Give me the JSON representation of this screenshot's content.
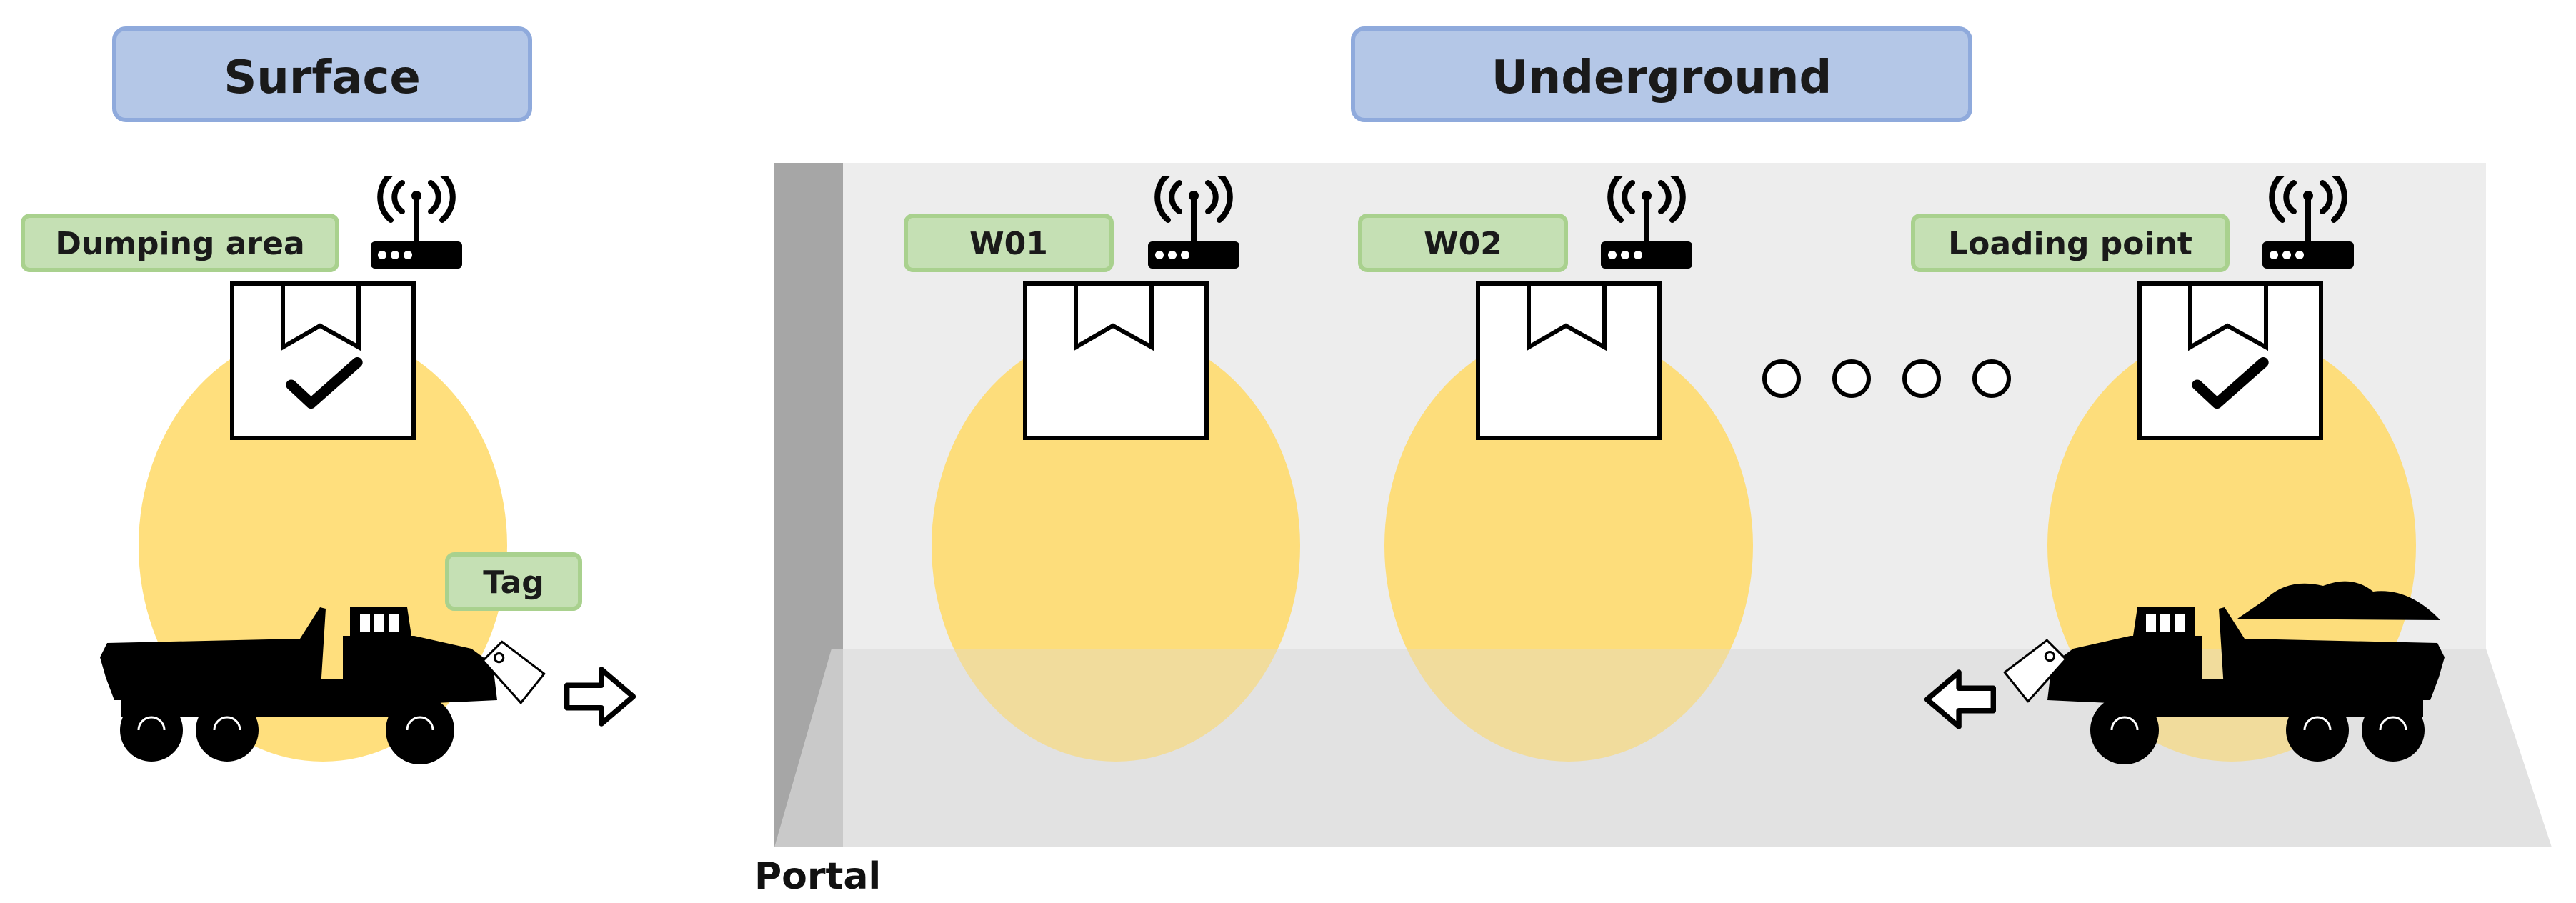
{
  "headers": {
    "surface": "Surface",
    "underground": "Underground"
  },
  "labels": {
    "dumping_area": "Dumping area",
    "w01": "W01",
    "w02": "W02",
    "loading_point": "Loading point",
    "tag": "Tag",
    "portal": "Portal"
  },
  "colors": {
    "header_fill": "#b4c7e7",
    "header_stroke": "#8faadc",
    "label_fill": "#c5e0b4",
    "label_stroke": "#a9d18e",
    "coverage": "#ffd966",
    "tunnel": "#ededed",
    "tunnel_floor": "#e4e4e4",
    "portal_wall": "#a6a6a6",
    "vehicle": "#000000"
  },
  "icons": {
    "access_point": "wifi-router-icon",
    "checkpoint_checked": "box-checkmark-icon",
    "checkpoint": "box-icon",
    "truck": "dump-truck-icon",
    "rfid_tag": "tag-icon",
    "direction": "arrow-icon",
    "continuation": "ellipsis-circles-icon"
  }
}
